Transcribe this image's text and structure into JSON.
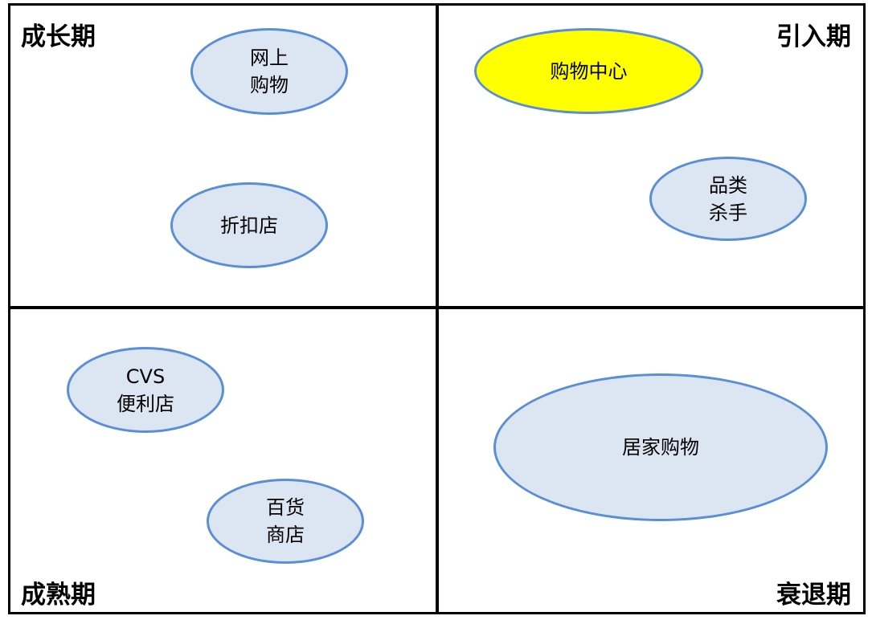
{
  "quadrants": {
    "growth": {
      "label": "成长期"
    },
    "introduction": {
      "label": "引入期"
    },
    "maturity": {
      "label": "成熟期"
    },
    "decline": {
      "label": "衰退期"
    }
  },
  "items": {
    "online_shopping": {
      "line1": "网上",
      "line2": "购物"
    },
    "discount_store": {
      "line1": "折扣店"
    },
    "shopping_center": {
      "line1": "购物中心",
      "fill": "#ffff00"
    },
    "category_killer": {
      "line1": "品类",
      "line2": "杀手"
    },
    "cvs": {
      "line1": "CVS",
      "line2": "便利店"
    },
    "department_store": {
      "line1": "百货",
      "line2": "商店"
    },
    "home_shopping": {
      "line1": "居家购物"
    }
  },
  "colors": {
    "ellipse_fill": "#dce6f2",
    "ellipse_stroke": "#5a8fd6",
    "highlight": "#ffff00"
  }
}
